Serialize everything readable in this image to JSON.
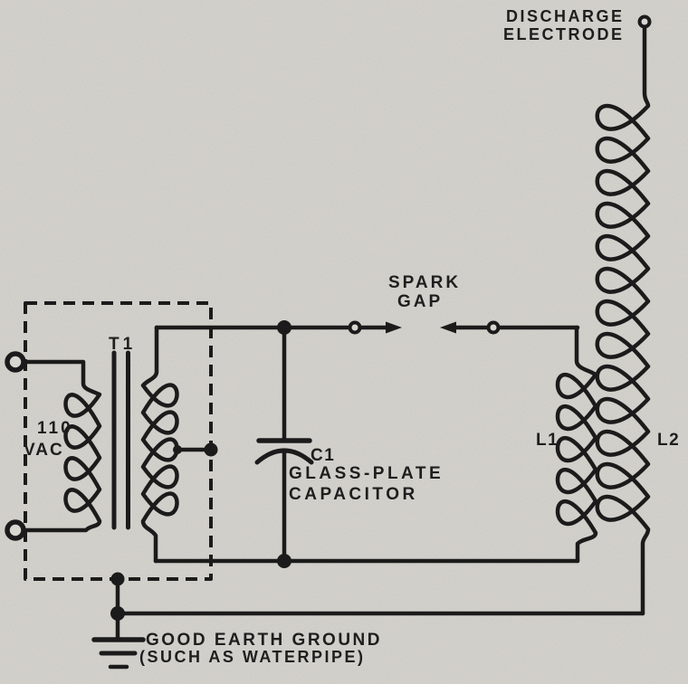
{
  "colors": {
    "paper": "#d8d6d1",
    "ink": "#1b1b1b"
  },
  "labels": {
    "discharge": [
      "DISCHARGE",
      "ELECTRODE"
    ],
    "spark_gap": [
      "SPARK",
      "GAP"
    ],
    "transformer": "T1",
    "supply": [
      "110",
      "VAC"
    ],
    "capacitor": [
      "C1",
      "GLASS-PLATE",
      "CAPACITOR"
    ],
    "l1": "L1",
    "l2": "L2",
    "ground": [
      "GOOD EARTH GROUND",
      "(SUCH AS WATERPIPE)"
    ]
  }
}
